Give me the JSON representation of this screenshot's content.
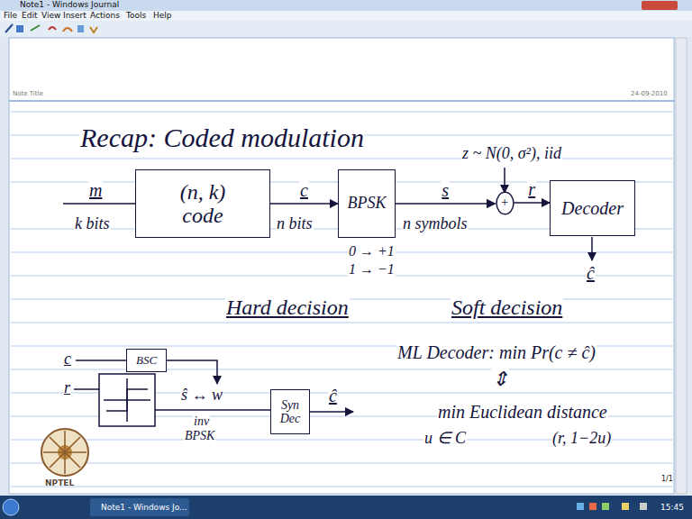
{
  "diagram": {
    "title": "Recap: Coded modulation",
    "nodes": [
      {
        "text": [
          "(n, k) code"
        ]
      },
      {
        "text": [
          "BPSK"
        ]
      },
      {
        "text": [
          "+"
        ]
      },
      {
        "text": [
          "Decoder"
        ]
      },
      {
        "text": [
          "BSC"
        ]
      },
      {
        "text": [
          "Syn Dec"
        ]
      }
    ],
    "edges": [
      {
        "from": 0,
        "to": 1,
        "label": "c",
        "arrow": "to"
      },
      {
        "from": 1,
        "to": 2,
        "label": "s",
        "arrow": "to"
      },
      {
        "from": 2,
        "to": 3,
        "label": "r",
        "arrow": "to"
      }
    ],
    "labels": [
      "Note1 - Windows Journal",
      "File",
      "Edit",
      "View",
      "Insert",
      "Actions",
      "Tools",
      "Help",
      "Note Title",
      "24-09-2010",
      "m",
      "k bits",
      "n bits",
      "n symbols",
      "0 → +1",
      "1 → −1",
      "z ~ N(0, σ²), iid",
      "ĉ",
      "Hard decision",
      "Soft decision",
      "c",
      "r",
      "ŝ ↔ w",
      "inv",
      "BPSK",
      "ĉ",
      "ML Decoder: min Pr(c ≠ ĉ)",
      "⇕",
      "min Euclidean distance",
      "u ∈ C",
      "(r, 1−2u)",
      "1/1",
      "NPTEL",
      "Note1 - Windows Jo...",
      "15:45"
    ]
  }
}
